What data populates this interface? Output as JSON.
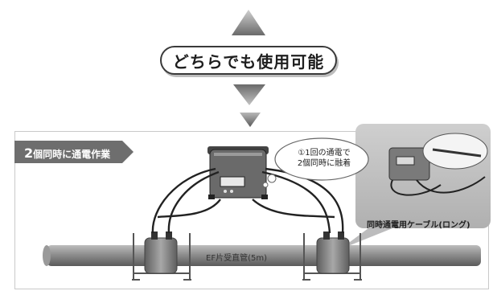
{
  "header": {
    "pill_text": "どちらでも使用可能"
  },
  "section": {
    "tab_number": "2",
    "tab_text": "個同時に通電作業",
    "bubble_line1": "①1回の通電で",
    "bubble_line2": "2個同時に融着",
    "cable_label": "同時通電用ケーブル(ロング)",
    "pipe_label": "EF片受直管(5m)"
  },
  "colors": {
    "arrow_gradient_top": "#c4c4c4",
    "arrow_gradient_bottom": "#5e5e5e",
    "tab_fill": "#6e6e6e",
    "pipe_fill": "#8c8c8c"
  }
}
